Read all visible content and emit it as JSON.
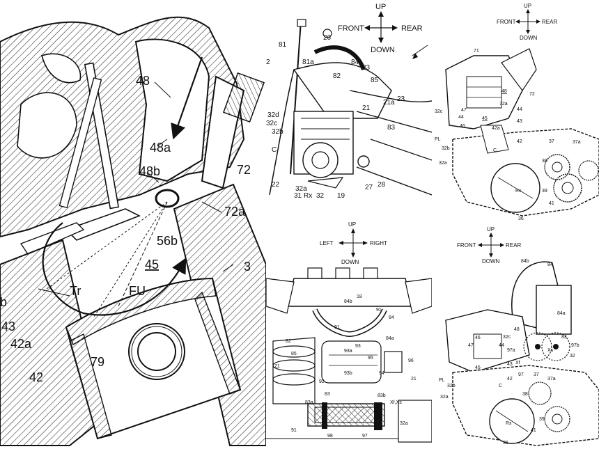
{
  "panels": {
    "detail": {
      "labels": [
        "48",
        "48a",
        "48b",
        "72",
        "72a",
        "56b",
        "45",
        "3",
        "Tr",
        "FU",
        "43",
        "42a",
        "79",
        "42",
        "b"
      ]
    },
    "side": {
      "compass": {
        "up": "UP",
        "down": "DOWN",
        "left": "FRONT",
        "right": "REAR"
      },
      "labels": [
        "26",
        "81",
        "81a",
        "2",
        "84",
        "33",
        "82",
        "85",
        "23",
        "21a",
        "21",
        "32d",
        "32c",
        "32b",
        "83",
        "C",
        "22",
        "32a",
        "31",
        "Rx",
        "32",
        "19",
        "27",
        "28"
      ]
    },
    "engine_top": {
      "compass": {
        "up": "UP",
        "down": "DOWN",
        "left": "FRONT",
        "right": "REAR"
      },
      "labels": [
        "71",
        "48",
        "72",
        "72a",
        "32c",
        "47",
        "44",
        "45",
        "43",
        "42a",
        "44",
        "46",
        "PL",
        "32b",
        "42",
        "C",
        "37",
        "37a",
        "38",
        "32a",
        "Rx",
        "39",
        "41",
        "36"
      ]
    },
    "front": {
      "compass": {
        "up": "UP",
        "down": "DOWN",
        "left": "LEFT",
        "right": "RIGHT"
      },
      "labels": [
        "18",
        "84b",
        "84",
        "91",
        "84a",
        "82",
        "85",
        "93a",
        "93",
        "91",
        "95",
        "96",
        "21",
        "92",
        "93b",
        "94",
        "21",
        "83",
        "83b",
        "83a",
        "Xf,Xs",
        "91",
        "98",
        "97",
        "32a"
      ]
    },
    "engine_bottom": {
      "compass": {
        "up": "UP",
        "down": "DOWN",
        "left": "FRONT",
        "right": "REAR"
      },
      "labels": [
        "84b",
        "84",
        "84a",
        "48",
        "46",
        "32c",
        "47",
        "44",
        "97a",
        "Xs",
        "83",
        "97b",
        "32",
        "45",
        "43",
        "Xf",
        "PL",
        "32b",
        "42",
        "97",
        "37",
        "37a",
        "C",
        "32a",
        "38",
        "39",
        "Rx",
        "41",
        "36"
      ]
    }
  }
}
